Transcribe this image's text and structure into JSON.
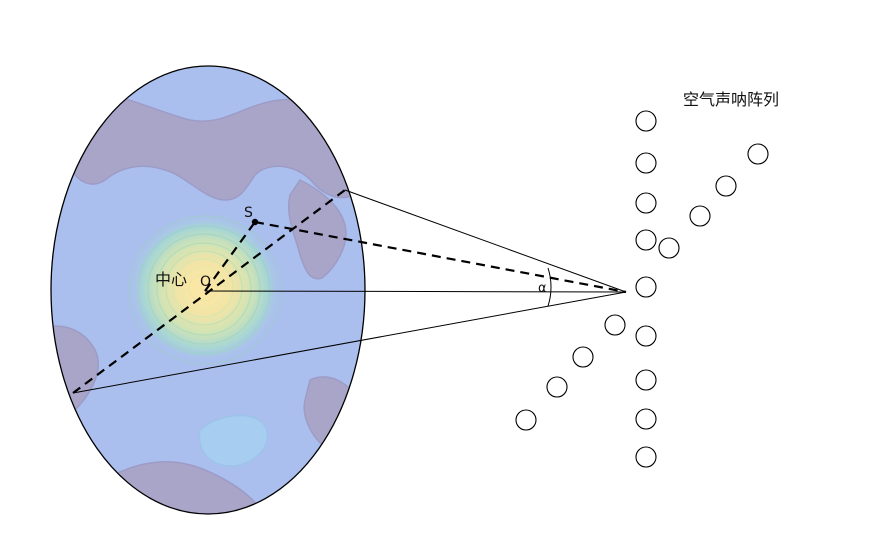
{
  "labels": {
    "array_title": "空气声呐阵列",
    "center": "中心",
    "origin": "O",
    "source": "S",
    "angle": "α"
  },
  "colors": {
    "background": "#aabfee",
    "blob": "#a9a5c9",
    "hot_core": "#fde9a6",
    "outline": "#000000"
  }
}
